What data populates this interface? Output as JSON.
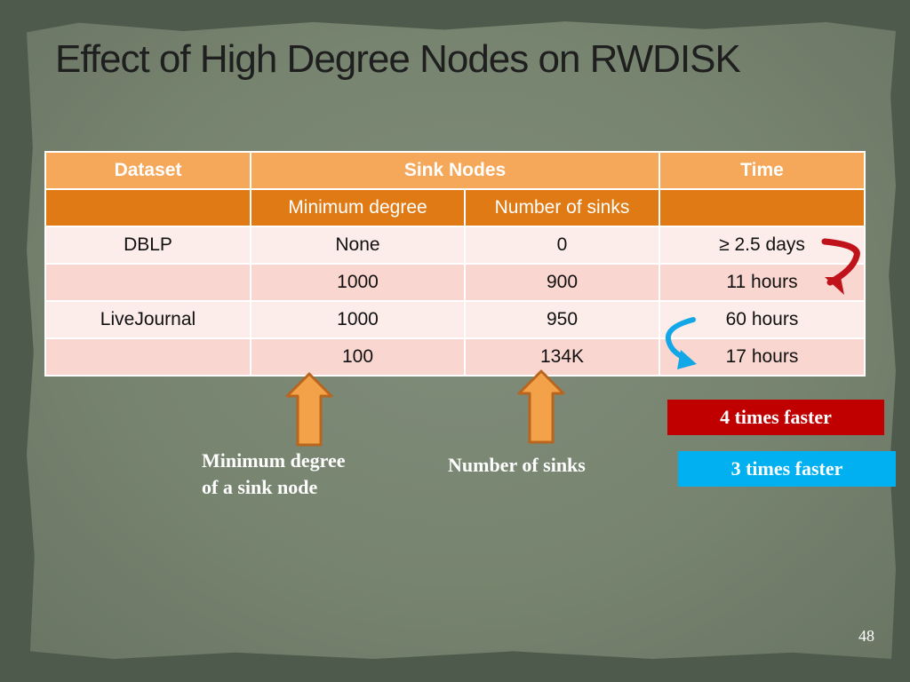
{
  "slide": {
    "title": "Effect of High Degree Nodes on RWDISK",
    "page_number": "48"
  },
  "table": {
    "header_row_1": [
      "Dataset",
      "Sink Nodes",
      "Time"
    ],
    "header_row_2": [
      "",
      "Minimum degree",
      "Number of sinks",
      ""
    ],
    "rows": [
      [
        "DBLP",
        "None",
        "0",
        "≥ 2.5 days"
      ],
      [
        "",
        "1000",
        "900",
        "11 hours"
      ],
      [
        "LiveJournal",
        "1000",
        "950",
        "60 hours"
      ],
      [
        "",
        "100",
        "134K",
        "17 hours"
      ]
    ]
  },
  "annotations": {
    "caption_min_degree": [
      "Minimum degree",
      "of a sink node"
    ],
    "caption_num_sinks": "Number of sinks",
    "badge_red": "4 times faster",
    "badge_blue": "3 times faster"
  },
  "colors": {
    "header_light": "#f5a85a",
    "header_dark": "#e07a14",
    "arrow_fill": "#f4a24a",
    "red_badge": "#c00000",
    "blue_badge": "#00b0f0"
  },
  "icons": [
    "up-arrow-icon",
    "red-curved-arrow-icon",
    "blue-curved-arrow-icon"
  ]
}
